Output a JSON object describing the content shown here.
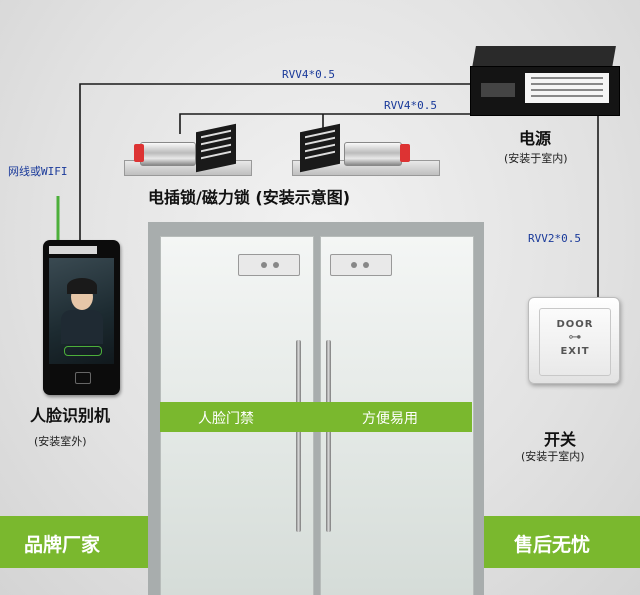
{
  "cables": {
    "psu_top": "RVV4*0.5",
    "psu_lock": "RVV4*0.5",
    "switch": "RVV2*0.5",
    "network": "网线或WIFI"
  },
  "power": {
    "title": "电源",
    "note": "(安装于室内)"
  },
  "lock": {
    "caption": "电插锁/磁力锁 (安装示意图)"
  },
  "reader": {
    "title": "人脸识别机",
    "note": "(安装室外)"
  },
  "switch": {
    "title": "开关",
    "note": "(安装于室内)",
    "plate_top": "DOOR",
    "plate_bottom": "EXIT"
  },
  "door_banner": {
    "left": "人脸门禁",
    "right": "方便易用"
  },
  "side_banner": {
    "left": "品牌厂家",
    "right": "售后无忧"
  },
  "colors": {
    "accent_green": "#7ab82e",
    "cable_label": "#1a3a9a",
    "wire": "#1a1a1a",
    "network_wire": "#4caf3a"
  }
}
